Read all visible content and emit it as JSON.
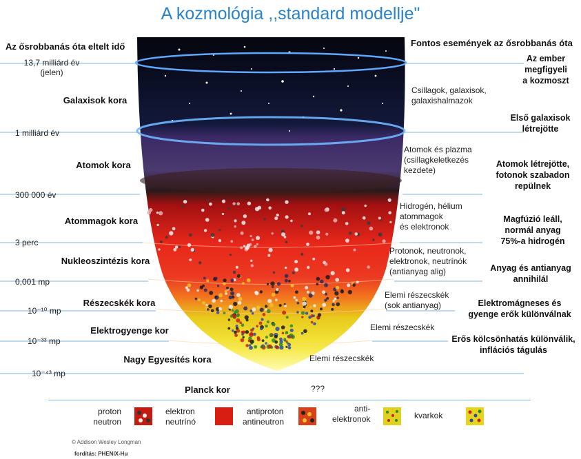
{
  "title": "A kozmológia ,,standard modellje\"",
  "left_header": "Az ősrobbanás óta eltelt idő",
  "right_header": "Fontos események az ősrobbanás óta",
  "times": [
    "13,7 milliárd év\n(jelen)",
    "1 milliárd év",
    "300 000 év",
    "3 perc",
    "0,001 mp",
    "10⁻¹⁰ mp",
    "10⁻³³ mp",
    "10⁻⁴³ mp"
  ],
  "eras": [
    "Galaxisok kora",
    "Atomok kora",
    "Atommagok kora",
    "Nukleoszintézis kora",
    "Részecskék kora",
    "Elektrogyenge kor",
    "Nagy Egyesítés kora",
    "Planck kor"
  ],
  "descriptions": [
    "Csillagok, galaxisok,\ngalaxishalmazok",
    "Atomok és plazma\n(csillagkeletkezés\nkezdete)",
    "Hidrogén, hélium\natommagok\nés elektronok",
    "Protonok, neutronok,\nelektronok, neutrínók\n(antianyag alig)",
    "Elemi részecskék\n(sok antianyag)",
    "Elemi részecskék",
    "Elemi részecskék",
    "???"
  ],
  "events": [
    "Az ember\nmegfigyeli\na kozmoszt",
    "Első galaxisok\nlétrejötte",
    "Atomok létrejötte,\nfotonok szabadon\nrepülnek",
    "Magfúzió leáll,\nnormál anyag\n75%-a hidrogén",
    "Anyag és antianyag\nannihilál",
    "Elektromágneses és\ngyenge erők különválnak",
    "Erős kölcsönhatás különválik,\ninflációs tágulás"
  ],
  "legend": {
    "proton": "proton",
    "neutron": "neutron",
    "elektron": "elektron",
    "neutrino": "neutrínó",
    "antiproton": "antiproton",
    "antineutron": "antineutron",
    "antielektron_1": "anti-",
    "antielektron_2": "elektronok",
    "kvarkok": "kvarkok"
  },
  "credit": "© Addison Wesley Longman",
  "translation": "fordítás: PHENIX-Hu"
}
